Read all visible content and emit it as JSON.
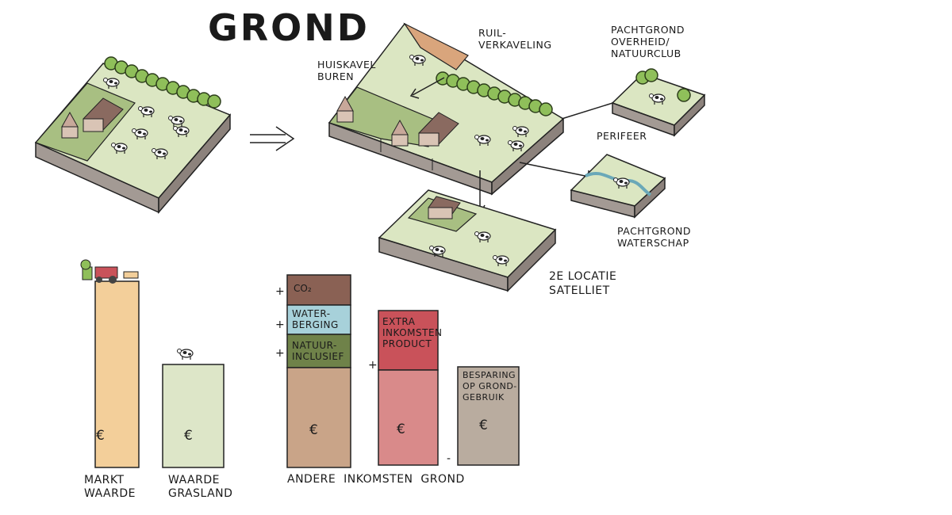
{
  "title": "GROND",
  "map_labels": {
    "ruilverkaveling": "RUIL-\nVERKAVELING",
    "huiskavel": "HUISKAVEL\nBUREN",
    "pachtgrond_overheid": "PACHTGROND\nOVERHEID/\nNATUURCLUB",
    "perifeer": "PERIFEER",
    "pachtgrond_waterschap": "PACHTGROND\nWATERSCHAP",
    "tweede_locatie": "2e LOCATIE\nSATELLIET"
  },
  "bars": {
    "markt_label": "MARKT\nWAARDE",
    "grasland_label": "WAARDE\nGRASLAND",
    "andere_label": "ANDERE  INKOMSTEN  GROND",
    "euro": "€",
    "plus": "+",
    "minus": "-",
    "co2": "CO₂",
    "waterberging": "WATER-\nBERGING",
    "natuurinclusief": "NATUUR-\nINCLUSIEF",
    "extra_inkomsten": "EXTRA\nINKOMSTEN\nPRODUCT",
    "besparing": "BESPARING\nOP GROND-\nGEBRUIK"
  },
  "colors": {
    "markt": "#f3cf9a",
    "grasland": "#dde6c8",
    "andere": "#c9a488",
    "co2": "#8a6154",
    "water": "#a7d1da",
    "natuur": "#6f8249",
    "extra": "#c9525a",
    "extra_base": "#d98a8a",
    "besparing": "#b9ac9f",
    "grass": "#dbe6c2",
    "grass_dark": "#a8bf82",
    "soil": "#a39a94",
    "tree": "#8fbf5a"
  }
}
